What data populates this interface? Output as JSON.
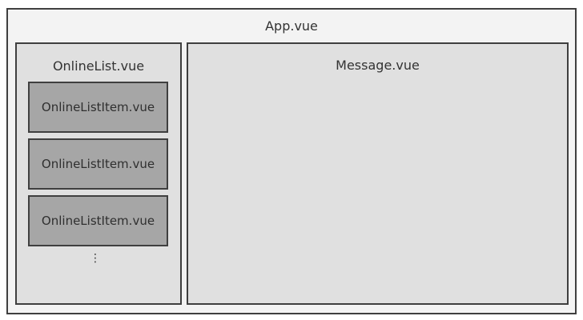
{
  "app": {
    "title": "App.vue"
  },
  "online_list": {
    "title": "OnlineList.vue",
    "items": [
      {
        "label": "OnlineListItem.vue"
      },
      {
        "label": "OnlineListItem.vue"
      },
      {
        "label": "OnlineListItem.vue"
      }
    ],
    "ellipsis": "⋮"
  },
  "message": {
    "title": "Message.vue"
  }
}
